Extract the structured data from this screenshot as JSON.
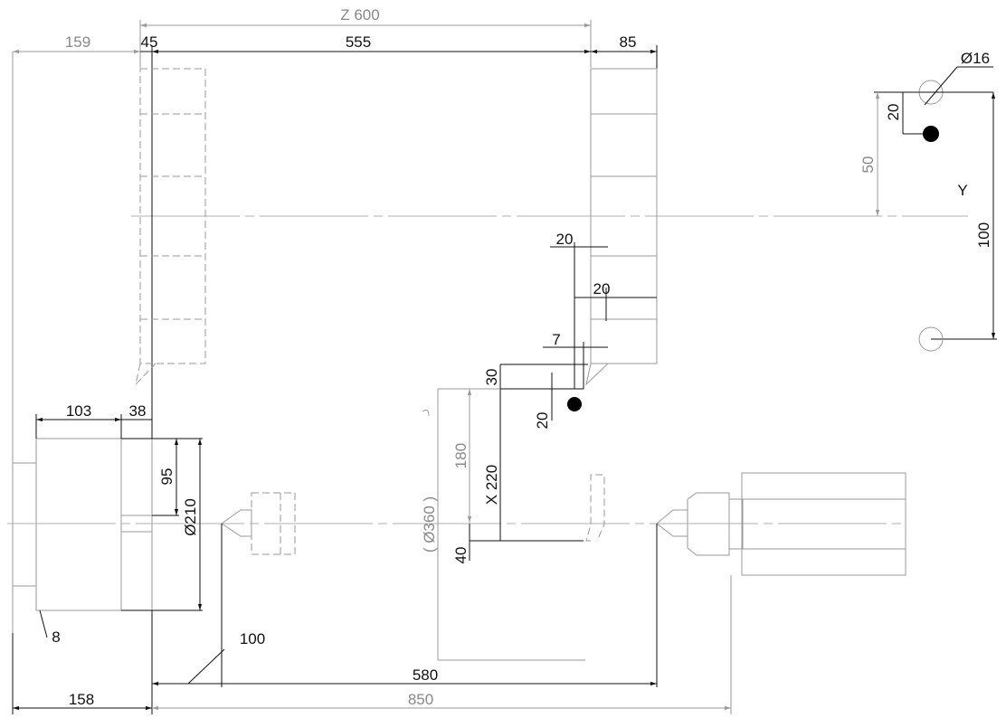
{
  "dimensions": {
    "z_travel": "Z  600",
    "left_159": "159",
    "d45": "45",
    "d555": "555",
    "d85": "85",
    "phi16": "Ø16",
    "y20": "20",
    "y50": "50",
    "y_axis": "Y",
    "y100": "100",
    "t20_a": "20",
    "t20_b": "20",
    "t7": "7",
    "x30": "30",
    "x20": "20",
    "d180": "180",
    "x220": "X  220",
    "d40": "40",
    "phi360": "( Ø360 )",
    "d103": "103",
    "d38": "38",
    "d95": "95",
    "phi210": "Ø210",
    "d8": "8",
    "d100": "100",
    "d580": "580",
    "d158": "158",
    "d850": "850"
  }
}
